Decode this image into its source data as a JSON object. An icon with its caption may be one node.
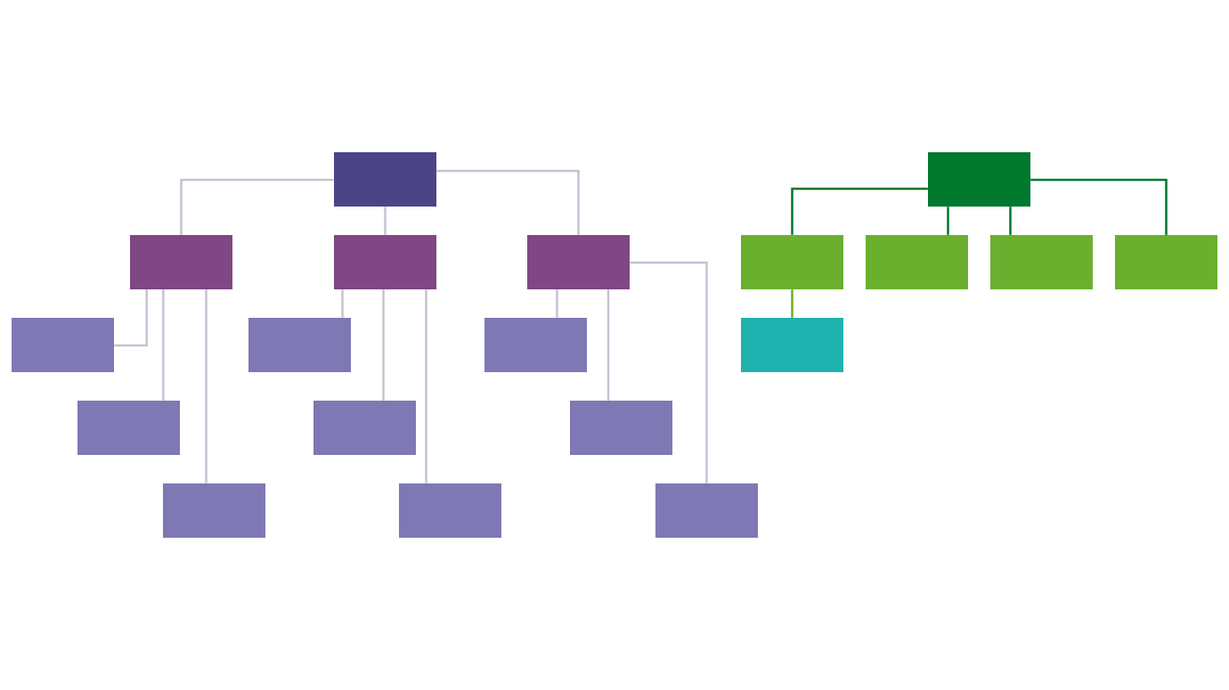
{
  "diagram": {
    "nodes": [
      {
        "text": [],
        "shape": "box"
      },
      {
        "text": [],
        "shape": "box"
      },
      {
        "text": [],
        "shape": "box"
      },
      {
        "text": [],
        "shape": "box"
      },
      {
        "text": [],
        "shape": "box"
      },
      {
        "text": [],
        "shape": "box"
      },
      {
        "text": [],
        "shape": "box"
      },
      {
        "text": [],
        "shape": "box"
      },
      {
        "text": [],
        "shape": "box"
      },
      {
        "text": [],
        "shape": "box"
      },
      {
        "text": [],
        "shape": "box"
      },
      {
        "text": [],
        "shape": "box"
      },
      {
        "text": [],
        "shape": "box"
      },
      {
        "text": [],
        "shape": "box"
      },
      {
        "text": [],
        "shape": "box"
      },
      {
        "text": [],
        "shape": "box"
      },
      {
        "text": [],
        "shape": "box"
      },
      {
        "text": [],
        "shape": "box"
      },
      {
        "text": [],
        "shape": "box"
      }
    ],
    "edges": [
      {
        "from": 0,
        "to": 2,
        "arrow": "none"
      },
      {
        "from": 0,
        "to": 3,
        "arrow": "none"
      },
      {
        "from": 0,
        "to": 4,
        "arrow": "none"
      },
      {
        "from": 1,
        "to": 5,
        "arrow": "none",
        "color": "#00782e"
      },
      {
        "from": 1,
        "to": 6,
        "arrow": "none",
        "color": "#00782e"
      },
      {
        "from": 1,
        "to": 7,
        "arrow": "none",
        "color": "#00782e"
      },
      {
        "from": 1,
        "to": 8,
        "arrow": "none",
        "color": "#00782e"
      },
      {
        "from": 2,
        "to": 9,
        "arrow": "none"
      },
      {
        "from": 2,
        "to": 13,
        "arrow": "none"
      },
      {
        "from": 2,
        "to": 16,
        "arrow": "none"
      },
      {
        "from": 3,
        "to": 10,
        "arrow": "none"
      },
      {
        "from": 3,
        "to": 14,
        "arrow": "none"
      },
      {
        "from": 3,
        "to": 17,
        "arrow": "none"
      },
      {
        "from": 4,
        "to": 11,
        "arrow": "none"
      },
      {
        "from": 4,
        "to": 15,
        "arrow": "none"
      },
      {
        "from": 4,
        "to": 18,
        "arrow": "none"
      },
      {
        "from": 5,
        "to": 12,
        "arrow": "none",
        "color": "#6ab02e"
      }
    ]
  }
}
